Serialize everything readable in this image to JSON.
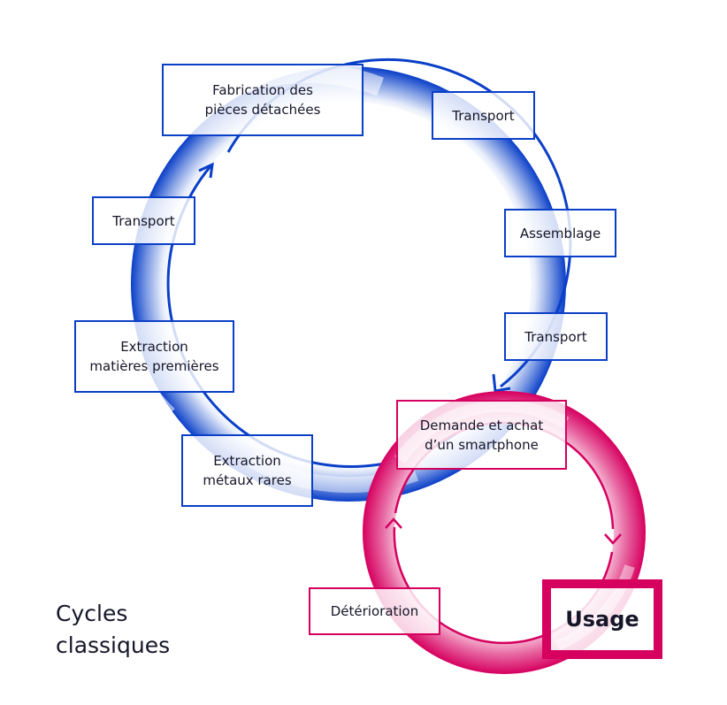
{
  "title": "Cycles classiques",
  "colors": {
    "blue_cycle": "#0a3fc8",
    "pink_cycle": "#d6005f",
    "text": "#161629"
  },
  "blue_cycle": {
    "steps": [
      {
        "label": "Fabrication des\npièces détachées"
      },
      {
        "label": "Transport"
      },
      {
        "label": "Assemblage"
      },
      {
        "label": "Transport"
      },
      {
        "label": "Extraction\nmétaux rares"
      },
      {
        "label": "Extraction\nmatières premières"
      },
      {
        "label": "Transport"
      }
    ],
    "direction": "clockwise"
  },
  "pink_cycle": {
    "steps": [
      {
        "label": "Demande et achat\nd’un smartphone"
      },
      {
        "label": "Usage"
      },
      {
        "label": "Détérioration"
      }
    ],
    "direction": "clockwise"
  }
}
